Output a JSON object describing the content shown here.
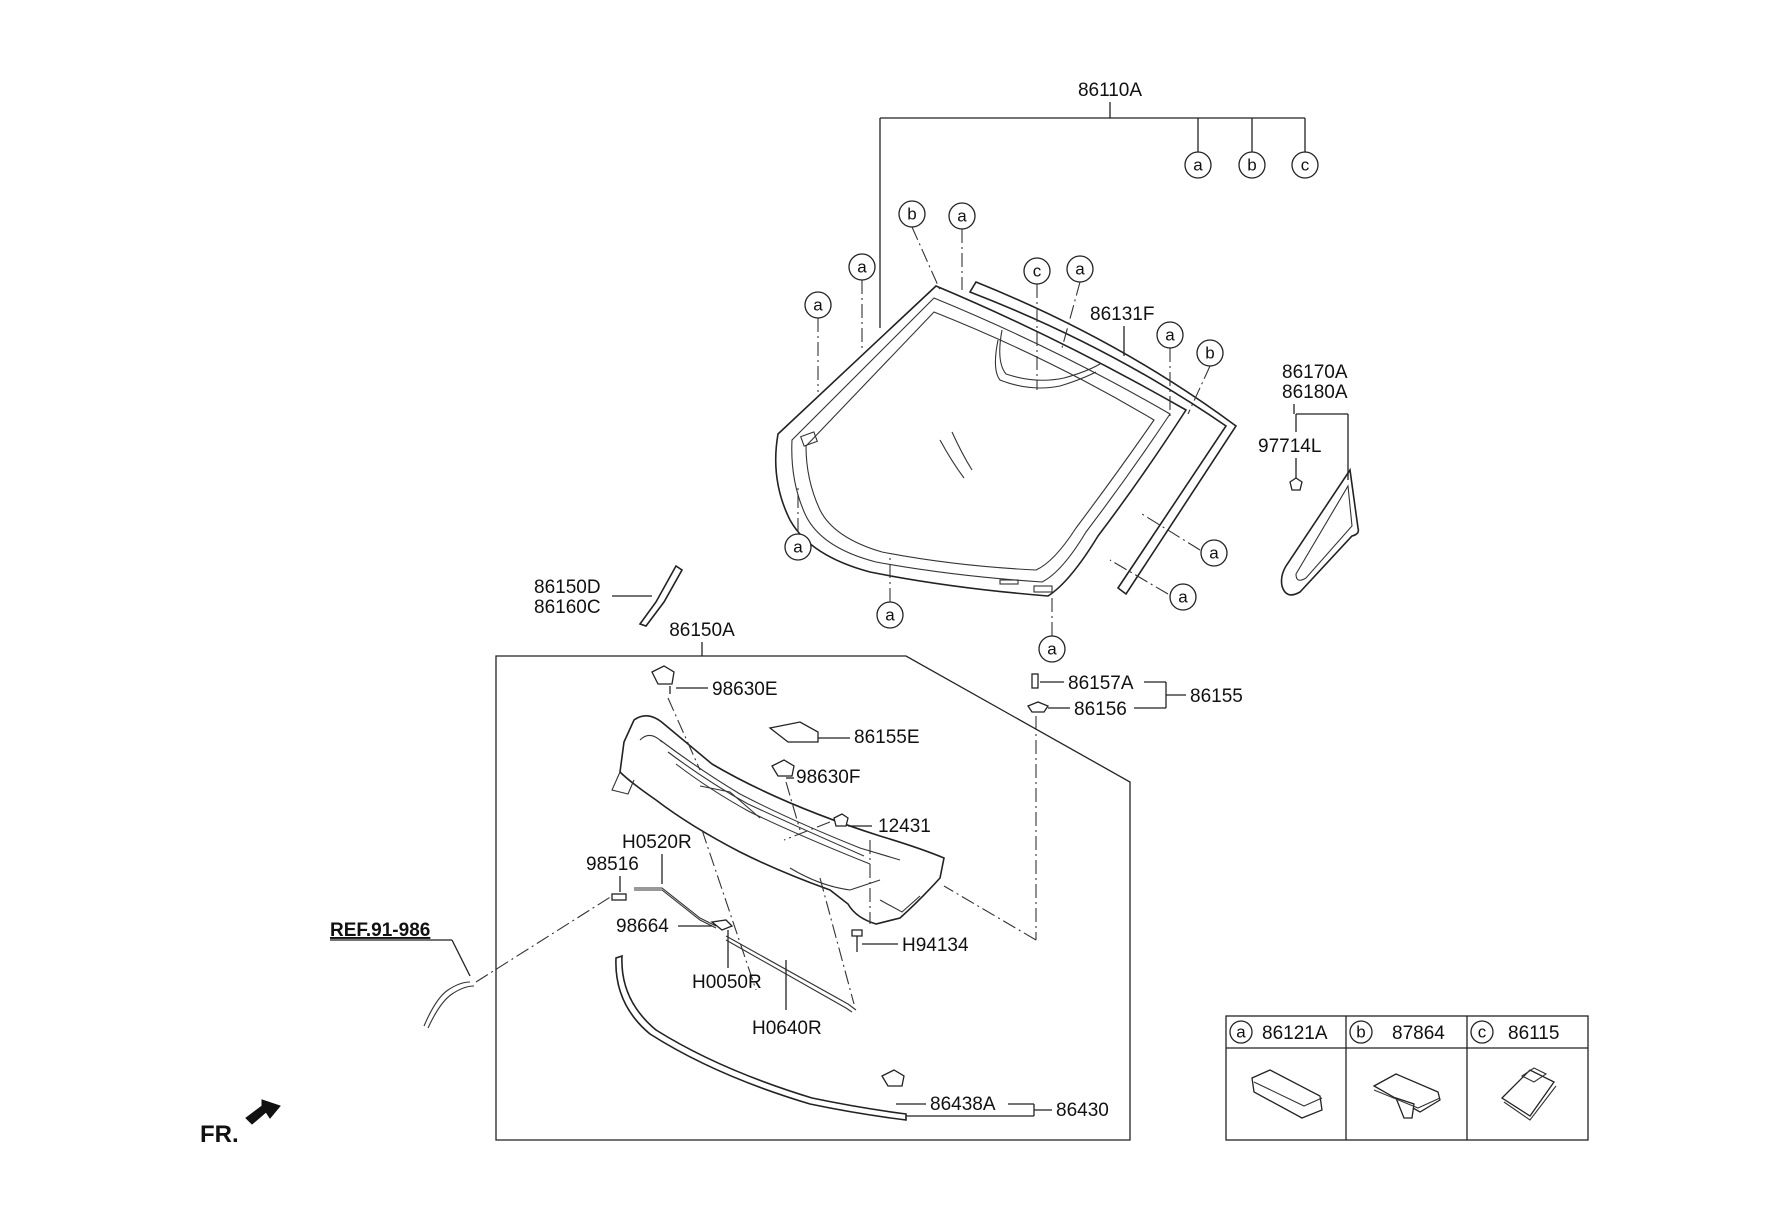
{
  "labels": {
    "p86110A": "86110A",
    "p86131F": "86131F",
    "p86170A": "86170A",
    "p86180A": "86180A",
    "p97714L": "97714L",
    "p86150D": "86150D",
    "p86160C": "86160C",
    "p86150A": "86150A",
    "p98630E": "98630E",
    "p86155E": "86155E",
    "p98630F": "98630F",
    "p12431": "12431",
    "pH0520R": "H0520R",
    "p98516": "98516",
    "p98664": "98664",
    "pH0050R": "H0050R",
    "pH0640R": "H0640R",
    "pH94134": "H94134",
    "p86157A": "86157A",
    "p86156": "86156",
    "p86155": "86155",
    "p86438A": "86438A",
    "p86430": "86430",
    "ref": "REF.91-986",
    "front": "FR."
  },
  "bubble_letters": {
    "a": "a",
    "b": "b",
    "c": "c"
  },
  "legend": [
    {
      "letter": "a",
      "part": "86121A"
    },
    {
      "letter": "b",
      "part": "87864"
    },
    {
      "letter": "c",
      "part": "86115"
    }
  ]
}
